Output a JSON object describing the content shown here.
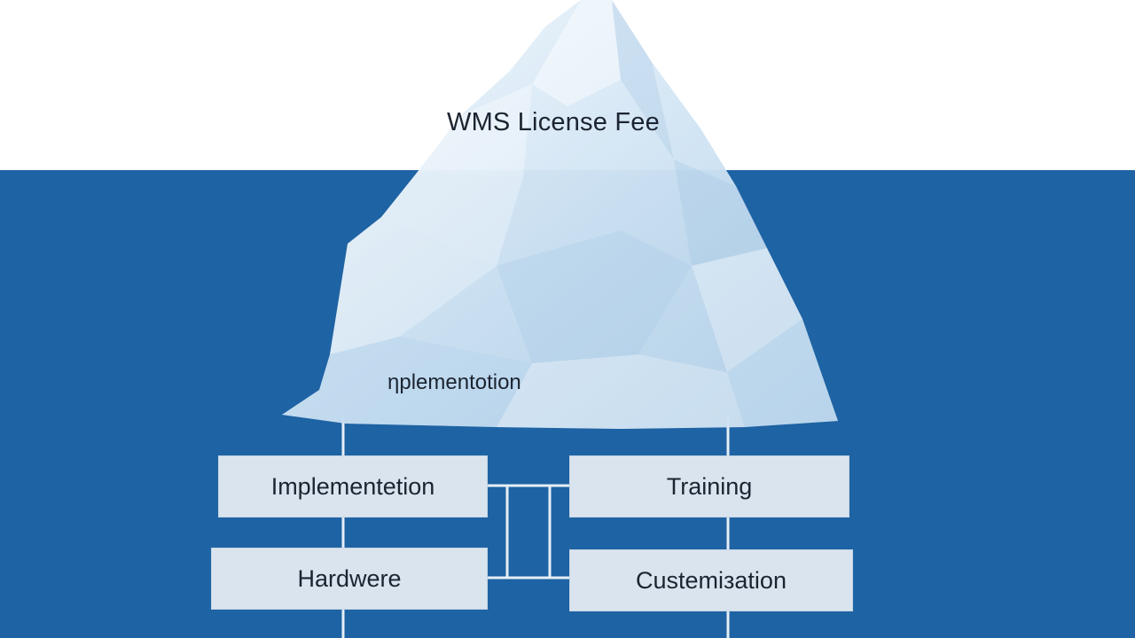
{
  "diagram": {
    "tip_label": "WMS License Fee",
    "submerged_label": "ηplementotion",
    "boxes": [
      {
        "label": "Implementetion"
      },
      {
        "label": "Training"
      },
      {
        "label": "Hardwere"
      },
      {
        "label": "Custemiзation"
      }
    ]
  },
  "colors": {
    "sky": "#ffffff",
    "water": "#1e63a3",
    "ice_light": "#e9f3fb",
    "ice_mid": "#c9e0f2",
    "box_fill": "#d9e4ef",
    "connector": "#e6eef6"
  }
}
